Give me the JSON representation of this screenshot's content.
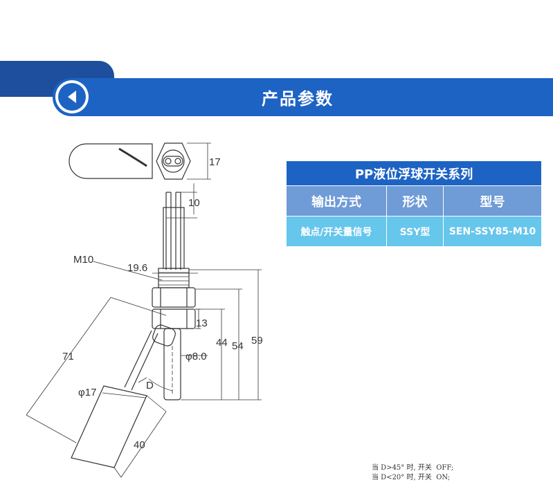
{
  "header": {
    "title": "产品参数",
    "back_icon": "back-arrow-icon"
  },
  "spec_table": {
    "title": "PP液位浮球开关系列",
    "columns": [
      "输出方式",
      "形状",
      "型号"
    ],
    "rows": [
      [
        "触点/开关量信号",
        "SSY型",
        "SEN-SSY85-M10"
      ]
    ]
  },
  "drawing": {
    "labels": {
      "top_width": "17",
      "wire_gap": "10",
      "thread": "M10",
      "nut_width": "19.6",
      "nut_height": "13",
      "diameter_stem": "φ8.0",
      "len_44": "44",
      "len_54": "54",
      "len_59": "59",
      "len_71": "71",
      "float_diameter": "φ17",
      "angle": "D",
      "float_length": "40"
    }
  },
  "note": {
    "line1": "当 D>45° 时, 开关  OFF;",
    "line2": "当 D<20° 时, 开关  ON;"
  },
  "colors": {
    "banner_dark": "#1e4f9e",
    "banner": "#1d63c4",
    "table_header": "#6f9bd6",
    "table_row": "#66c6ec"
  }
}
